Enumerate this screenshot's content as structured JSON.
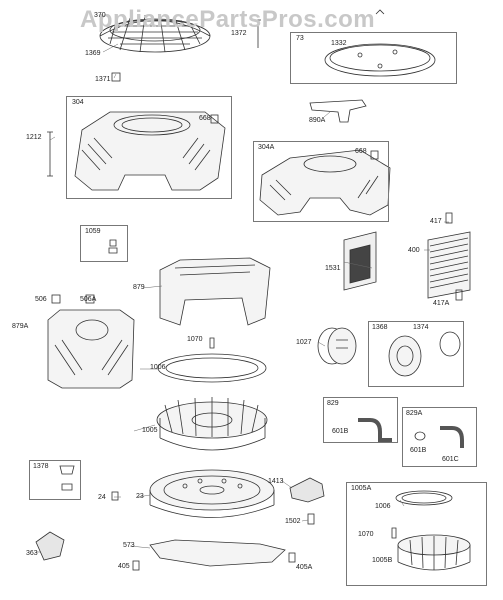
{
  "watermark": "AppliancePartsPros.com",
  "boxes": {
    "b73": "73",
    "b304": "304",
    "b304a": "304A",
    "b1059": "1059",
    "b1368": "1368",
    "b829": "829",
    "b829a": "829A",
    "b1378": "1378",
    "b1005a": "1005A"
  },
  "labels": {
    "p370": "370",
    "p1369": "1369",
    "p1371": "1371",
    "p1372": "1372",
    "p1332": "1332",
    "p668a": "668",
    "p668b": "668",
    "p890a": "890A",
    "p1212": "1212",
    "p417": "417",
    "p400": "400",
    "p417a": "417A",
    "p1531": "1531",
    "p879": "879",
    "p506": "506",
    "p506a": "506A",
    "p879a": "879A",
    "p1070a": "1070",
    "p1006a": "1006",
    "p1027": "1027",
    "p1374": "1374",
    "p1005": "1005",
    "p601b_a": "601B",
    "p601b_b": "601B",
    "p601c": "601C",
    "p1413": "1413",
    "p24": "24",
    "p23": "23",
    "p1502": "1502",
    "p363": "363",
    "p573": "573",
    "p405": "405",
    "p405a": "405A",
    "p1006b": "1006",
    "p1070b": "1070",
    "p1005b": "1005B"
  }
}
